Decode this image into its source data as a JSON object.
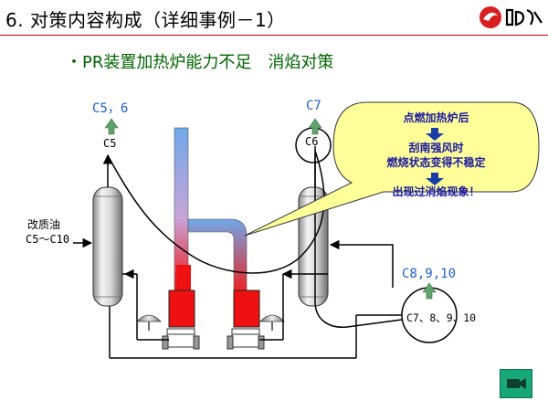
{
  "slide": {
    "title": "6. 对策内容构成（详细事例－1）",
    "subtitle": "・PR装置加热炉能力不足　消焰对策"
  },
  "labels": {
    "top_left_output": "C5，6",
    "left_column_outlet": "C5",
    "top_right_output": "C7",
    "circled_c6": "C6",
    "feed_line1": "改质油",
    "feed_line2": "C5～C10",
    "bottom_right_output": "C8,9,10",
    "circled_bottom": "C7、8、9、10"
  },
  "callout": {
    "line1": "点燃加热炉后",
    "line2": "刮南强风时",
    "line3": "燃烧状态变得不稳定",
    "line4": "出现过消焰现象！"
  },
  "colors": {
    "title_rule": "#c00000",
    "subtitle": "#006400",
    "label_blue": "#1f5fcc",
    "callout_fill": "#ffff99",
    "furnace_red": "#ee1111",
    "arrow_green": "#5fa36a",
    "nav_green": "#17a87a"
  },
  "icons": {
    "logo": "company-logo",
    "nav": "video-camera-icon"
  }
}
